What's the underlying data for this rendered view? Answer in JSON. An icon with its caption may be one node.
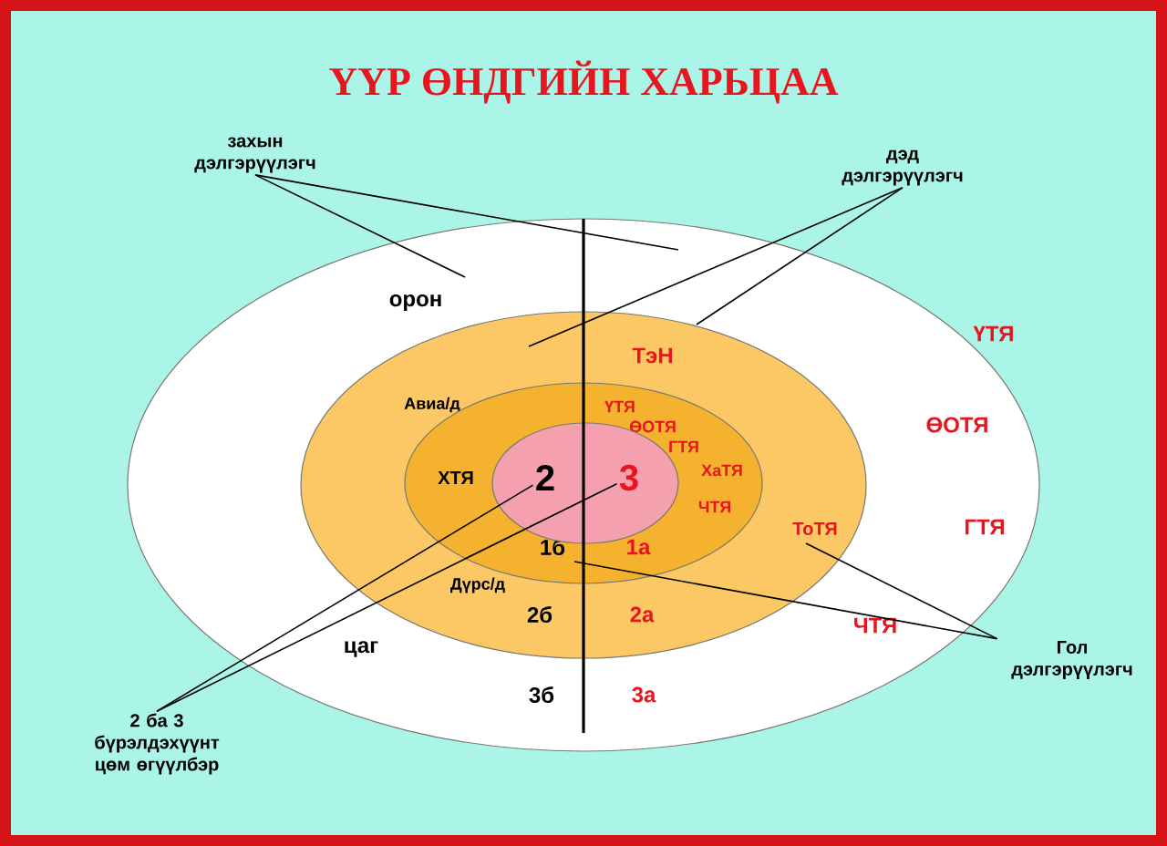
{
  "diagram": {
    "title": "ҮҮР ӨНДГИЙН ХАРЬЦАА",
    "nodes": [
      {
        "text": [
          "орон",
          "ҮТЯ",
          "ӨОТЯ",
          "ГТЯ",
          "цаг",
          "ЧТЯ",
          "3б",
          "3а"
        ]
      },
      {
        "text": [
          "ТэН",
          "Авиа/д",
          "ТоТЯ",
          "Дүрс/д",
          "2б",
          "2а"
        ],
        "in": 0
      },
      {
        "text": [
          "ҮТЯ",
          "ӨОТЯ",
          "ГТЯ",
          "ХТЯ",
          "ХаТЯ",
          "ЧТЯ",
          "1б",
          "1а"
        ],
        "in": 1
      },
      {
        "text": [],
        "shape": "circle",
        "in": 2
      },
      {
        "text": [
          "2"
        ],
        "in": 3
      },
      {
        "text": [
          "3"
        ],
        "in": 3
      },
      {
        "text": [
          "захын дэлгэрүүлэгч"
        ]
      },
      {
        "text": [
          "дэд дэлгэрүүлэгч"
        ]
      },
      {
        "text": [
          "Гол дэлгэрүүлэгч"
        ]
      },
      {
        "text": [
          "2 ба 3 бүрэлдэхүүнт цөм өгүүлбэр"
        ]
      }
    ],
    "edges": [
      {
        "from": 6,
        "to": 0,
        "arrow": "none"
      },
      {
        "from": 6,
        "to": 0,
        "arrow": "none"
      },
      {
        "from": 7,
        "to": 1,
        "arrow": "none"
      },
      {
        "from": 7,
        "to": 1,
        "arrow": "none"
      },
      {
        "from": 8,
        "to": 2,
        "arrow": "none"
      },
      {
        "from": 8,
        "to": 1,
        "arrow": "none"
      },
      {
        "from": 9,
        "to": 4,
        "arrow": "none"
      },
      {
        "from": 9,
        "to": 5,
        "arrow": "none"
      }
    ]
  }
}
